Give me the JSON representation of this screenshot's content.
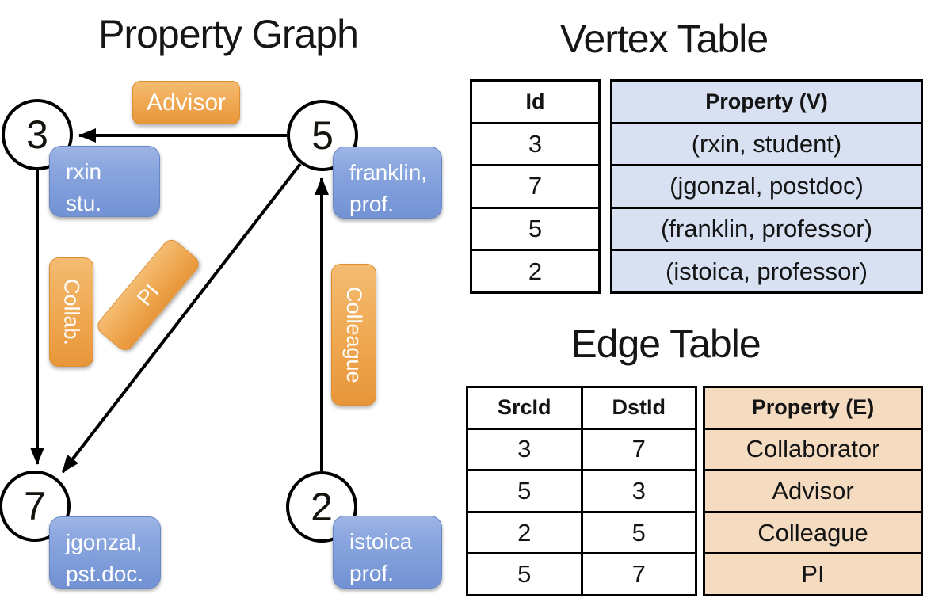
{
  "titles": {
    "graph": "Property Graph",
    "vertex_table": "Vertex Table",
    "edge_table": "Edge Table"
  },
  "graph": {
    "nodes": [
      {
        "id": "3",
        "property": "rxin\nstu."
      },
      {
        "id": "5",
        "property": "franklin,\nprof."
      },
      {
        "id": "7",
        "property": "jgonzal,\npst.doc."
      },
      {
        "id": "2",
        "property": "istoica\nprof."
      }
    ],
    "edges": [
      {
        "src": "5",
        "dst": "3",
        "label": "Advisor"
      },
      {
        "src": "3",
        "dst": "7",
        "label": "Collab."
      },
      {
        "src": "5",
        "dst": "7",
        "label": "PI"
      },
      {
        "src": "2",
        "dst": "5",
        "label": "Colleague"
      }
    ],
    "edge_labels": {
      "advisor": "Advisor",
      "collab": "Collab.",
      "pi": "PI",
      "colleague": "Colleague"
    }
  },
  "vertex_table": {
    "headers": {
      "id": "Id",
      "property": "Property (V)"
    },
    "rows": [
      {
        "id": "3",
        "property": "(rxin, student)"
      },
      {
        "id": "7",
        "property": "(jgonzal, postdoc)"
      },
      {
        "id": "5",
        "property": "(franklin, professor)"
      },
      {
        "id": "2",
        "property": "(istoica, professor)"
      }
    ]
  },
  "edge_table": {
    "headers": {
      "src": "SrcId",
      "dst": "DstId",
      "property": "Property (E)"
    },
    "rows": [
      {
        "src": "3",
        "dst": "7",
        "property": "Collaborator"
      },
      {
        "src": "5",
        "dst": "3",
        "property": "Advisor"
      },
      {
        "src": "2",
        "dst": "5",
        "property": "Colleague"
      },
      {
        "src": "5",
        "dst": "7",
        "property": "PI"
      }
    ]
  },
  "colors": {
    "edge_label_orange": "#efa750",
    "vertex_card_blue": "#7f9cd9",
    "vertex_table_fill": "#d7e1f2",
    "edge_table_fill": "#f5dcc1",
    "line_black": "#000000"
  }
}
